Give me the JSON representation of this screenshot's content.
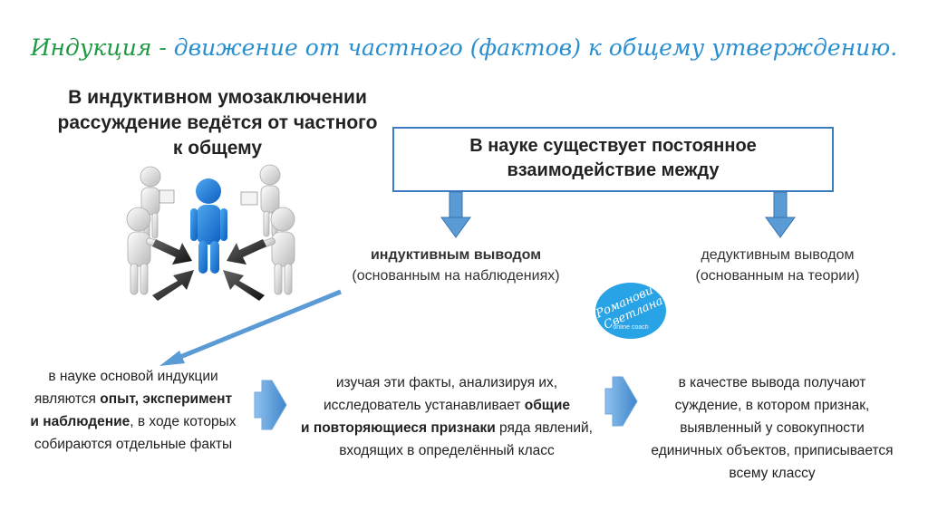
{
  "title": {
    "part1": "Индукция - ",
    "part2": "движение от частного (фактов) к общему утверждению."
  },
  "lead": [
    "В индуктивном умозаключении",
    "рассуждение ведётся от частного",
    "к общему"
  ],
  "box": [
    "В науке существует постоянное",
    "взаимодействие между"
  ],
  "inductive": {
    "main": "индуктивным выводом",
    "sub": "(основанным на наблюдениях)"
  },
  "deductive": {
    "main": "дедуктивным выводом",
    "sub": "(основанным на теории)"
  },
  "logo": {
    "name": "Романович Светлана",
    "tagline": "online coach"
  },
  "step1": {
    "l1": "в науке основой индукции",
    "l2a": "являются ",
    "l2b": "опыт, эксперимент",
    "l3a": "и наблюдение",
    "l3b": ", в ходе которых",
    "l4": "собираются отдельные факты"
  },
  "step2": {
    "l1": "изучая эти факты, анализируя их,",
    "l2a": "исследователь устанавливает ",
    "l2b": "общие",
    "l3a": "и повторяющиеся признаки",
    "l3b": " ряда явлений,",
    "l4": "входящих в определённый класс"
  },
  "step3": [
    "в качестве вывода получают",
    "суждение, в котором признак,",
    "выявленный у совокупности",
    "единичных объектов, приписывается",
    "всему классу"
  ],
  "colors": {
    "accent_green": "#1e9a44",
    "accent_blue": "#2a8fd0",
    "arrow_blue": "#5b9bd5",
    "border_blue": "#3b7dc4"
  }
}
